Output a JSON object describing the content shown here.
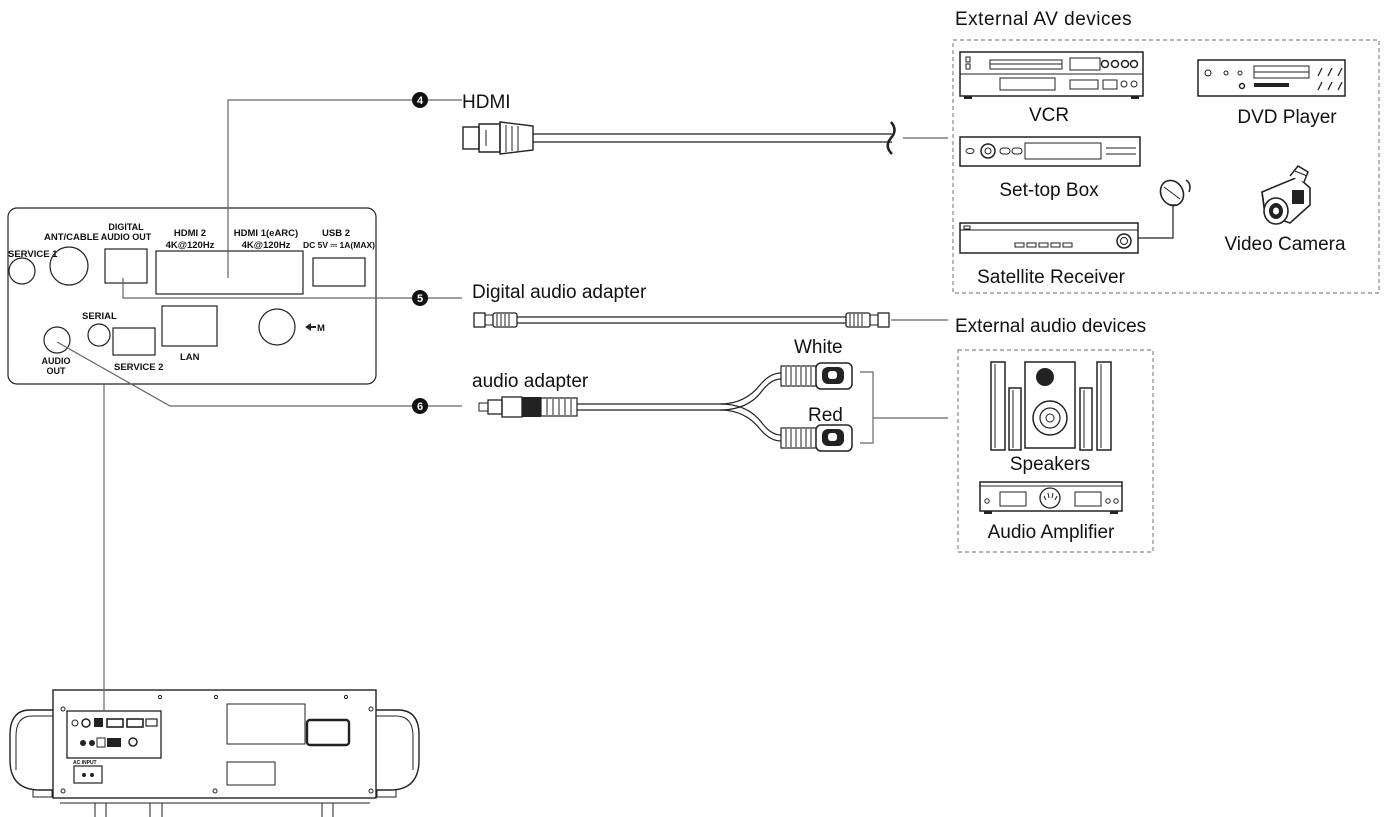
{
  "groups": {
    "av_title": "External AV devices",
    "audio_title": "External audio devices"
  },
  "cables": {
    "hdmi": {
      "num": "4",
      "label": "HDMI"
    },
    "digital": {
      "num": "5",
      "label": "Digital audio adapter"
    },
    "audio": {
      "num": "6",
      "label": "audio adapter",
      "white": "White",
      "red": "Red"
    }
  },
  "devices": {
    "vcr": "VCR",
    "dvd": "DVD Player",
    "settop": "Set-top Box",
    "satellite": "Satellite Receiver",
    "camera": "Video Camera",
    "speakers": "Speakers",
    "amplifier": "Audio Amplifier"
  },
  "panel": {
    "service1": "SERVICE 1",
    "ant_cable": "ANT/CABLE",
    "digital_audio_out_1": "DIGITAL",
    "digital_audio_out_2": "AUDIO OUT",
    "hdmi2_1": "HDMI 2",
    "hdmi2_2": "4K@120Hz",
    "hdmi1_1": "HDMI 1(eARC)",
    "hdmi1_2": "4K@120Hz",
    "usb2_1": "USB 2",
    "usb2_2": "DC 5V ⎓ 1A(MAX)",
    "serial": "SERIAL",
    "audio_out_1": "AUDIO",
    "audio_out_2": "OUT",
    "service2": "SERVICE 2",
    "lan": "LAN",
    "m_label": "M",
    "ac_input": "AC INPUT"
  }
}
